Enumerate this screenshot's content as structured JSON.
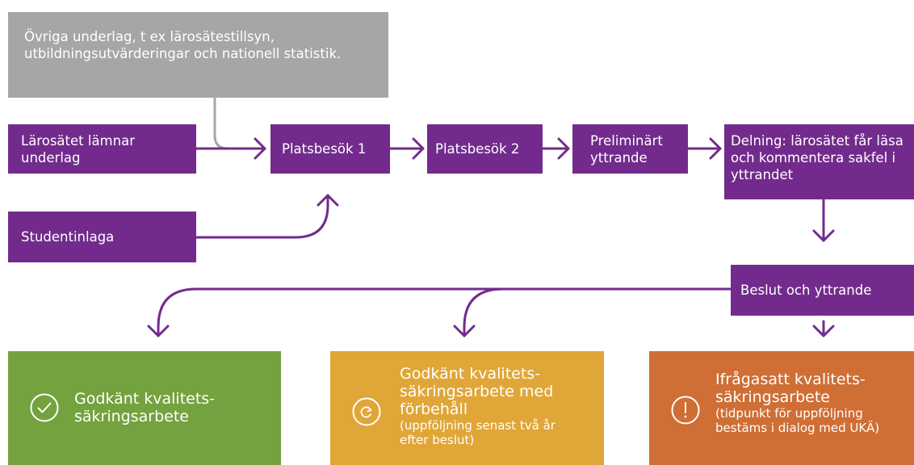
{
  "colors": {
    "process": "#722b8c",
    "input_gray": "#a6a6a6",
    "approved": "#74a23e",
    "approved_reservation": "#e0a637",
    "questioned": "#cf6e35"
  },
  "inputs": {
    "other_basis": "Övriga underlag, t ex lärosätestillsyn, utbildningsutvärderingar och nationell statistik.",
    "institution_submits": "Lärosätet lämnar underlag",
    "student_submission": "Studentinlaga"
  },
  "steps": {
    "site_visit_1": "Platsbesök 1",
    "site_visit_2": "Platsbesök 2",
    "preliminary_statement": "Preliminärt yttrande",
    "sharing": "Delning: lärosätet får läsa och kommentera sakfel i yttrandet",
    "decision": "Beslut och yttrande"
  },
  "outcomes": {
    "approved": {
      "title": "Godkänt kvalitets-säkringsarbete",
      "icon": "check-circle-icon"
    },
    "approved_reservation": {
      "title": "Godkänt kvalitets-säkringsarbete med förbehåll",
      "note": "(uppföljning senast två år efter beslut)",
      "icon": "refresh-circle-icon"
    },
    "questioned": {
      "title": "Ifrågasatt kvalitets-säkringsarbete",
      "note": "(tidpunkt för uppföljning bestäms i dialog med UKÄ)",
      "icon": "exclamation-circle-icon"
    }
  }
}
